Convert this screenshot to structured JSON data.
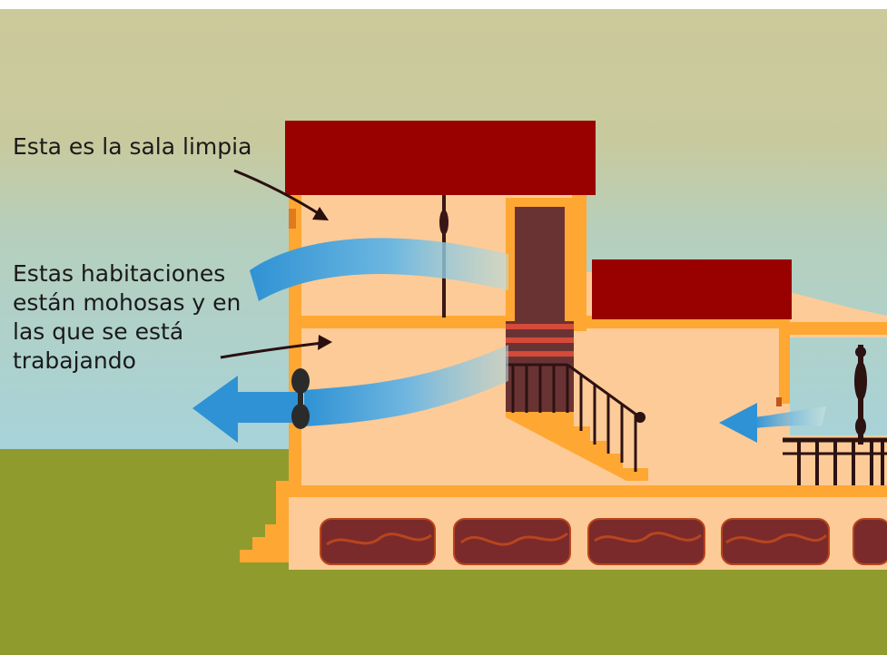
{
  "labels": {
    "clean_room": "Esta es la sala limpia",
    "moldy_rooms_lines": [
      "Estas habitaciones",
      "están mohosas y en",
      "las que se está",
      "trabajando"
    ]
  },
  "colors": {
    "sky_top": "#ccc99b",
    "sky_bottom": "#a9d3d6",
    "ground": "#8e9a2c",
    "wall": "#fdcb97",
    "trim": "#ffa733",
    "roof": "#990000",
    "door": "#6a3333",
    "airflow": "#3b9bd6",
    "railing": "#2d1212"
  }
}
